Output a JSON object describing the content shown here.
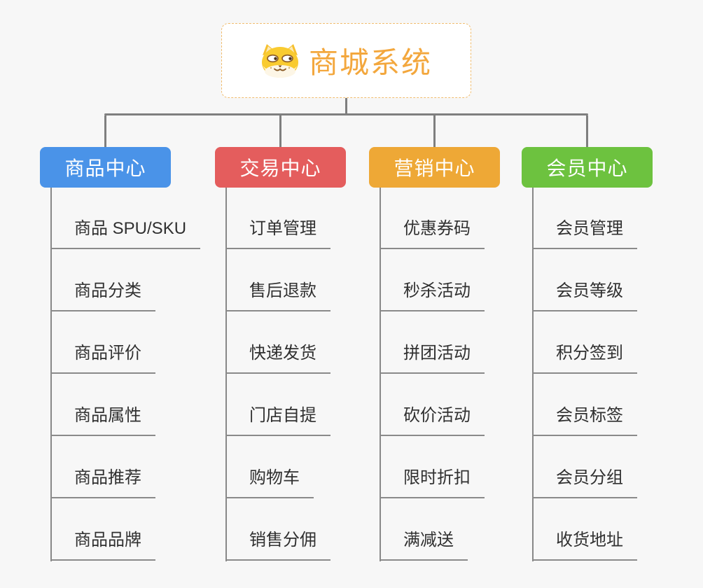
{
  "canvas": {
    "background": "#f7f7f7",
    "connector_color": "#7f7f7f"
  },
  "root": {
    "label": "商城系统",
    "icon": "doge-icon",
    "text_color": "#f3a73d",
    "border_color": "#f0bc6e"
  },
  "branches": [
    {
      "label": "商品中心",
      "color": "#4a93e8",
      "children": [
        "商品 SPU/SKU",
        "商品分类",
        "商品评价",
        "商品属性",
        "商品推荐",
        "商品品牌"
      ]
    },
    {
      "label": "交易中心",
      "color": "#e45d5d",
      "children": [
        "订单管理",
        "售后退款",
        "快递发货",
        "门店自提",
        "购物车",
        "销售分佣"
      ]
    },
    {
      "label": "营销中心",
      "color": "#eea836",
      "children": [
        "优惠券码",
        "秒杀活动",
        "拼团活动",
        "砍价活动",
        "限时折扣",
        "满减送"
      ]
    },
    {
      "label": "会员中心",
      "color": "#6dc23f",
      "children": [
        "会员管理",
        "会员等级",
        "积分签到",
        "会员标签",
        "会员分组",
        "收货地址"
      ]
    }
  ]
}
